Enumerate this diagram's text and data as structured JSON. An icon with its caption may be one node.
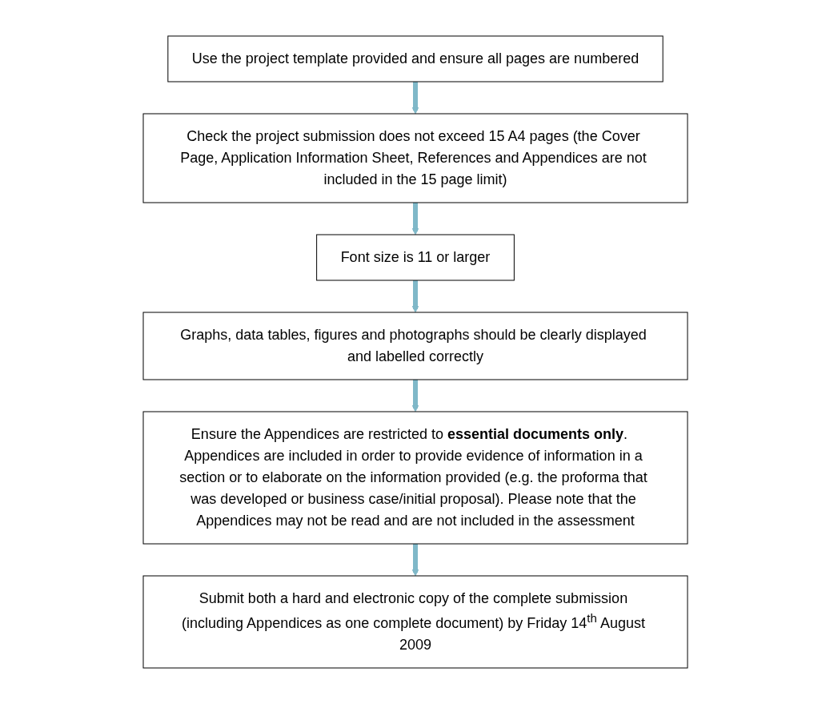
{
  "diagram": {
    "nodes": [
      {
        "text": [
          "Use the project template provided and ensure all pages are numbered"
        ]
      },
      {
        "text": [
          "Check the project submission does not exceed 15 A4 pages (the Cover Page, Application Information Sheet, References and Appendices are not included in the 15 page limit)"
        ]
      },
      {
        "text": [
          "Font size is 11 or larger"
        ]
      },
      {
        "text": [
          "Graphs, data tables, figures and photographs should be clearly displayed and labelled correctly"
        ]
      },
      {
        "text": [
          "Ensure the Appendices are restricted to **essential documents only**.   Appendices are included in order to provide evidence of information in a section or to elaborate on the information provided (e.g. the proforma that was developed or business case/initial proposal). Please note that the Appendices may not be read and are not included in the assessment"
        ]
      },
      {
        "text": [
          "Submit both a hard and electronic copy of the complete submission (including Appendices as one complete document) by Friday 14$^{th}$ August 2009"
        ]
      }
    ],
    "edges": [
      {
        "from": 0,
        "to": 1,
        "arrow": "to"
      },
      {
        "from": 1,
        "to": 2,
        "arrow": "to"
      },
      {
        "from": 2,
        "to": 3,
        "arrow": "to"
      },
      {
        "from": 3,
        "to": 4,
        "arrow": "to"
      },
      {
        "from": 4,
        "to": 5,
        "arrow": "to"
      }
    ]
  }
}
